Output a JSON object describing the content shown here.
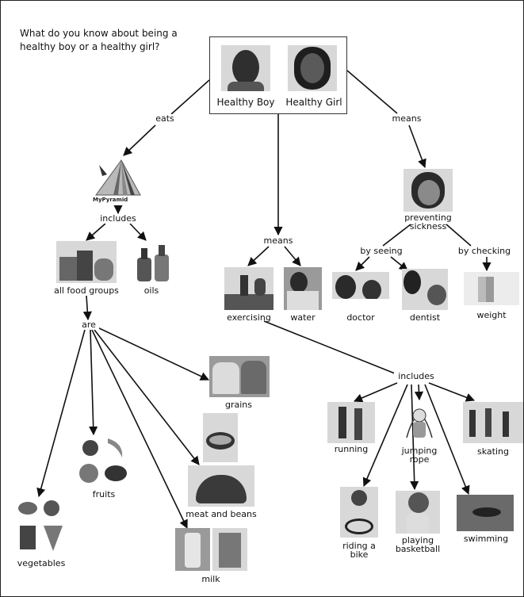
{
  "title": "What do you know about being a healthy boy or a healthy girl?",
  "center": {
    "boy_label": "Healthy Boy",
    "girl_label": "Healthy Girl"
  },
  "links": {
    "eats": "eats",
    "means_right": "means",
    "means_middle": "means",
    "includes_pyramid": "includes",
    "are": "are",
    "by_seeing": "by seeing",
    "by_checking": "by checking",
    "includes_exercise": "includes"
  },
  "pyramid": {
    "brand": "MyPyramid"
  },
  "nodes": {
    "all_food_groups": "all food groups",
    "oils": "oils",
    "grains": "grains",
    "fruits": "fruits",
    "meat_and_beans": "meat and beans",
    "vegetables": "vegetables",
    "milk": "milk",
    "exercising": "exercising",
    "water": "water",
    "preventing_sickness": "preventing sickness",
    "doctor": "doctor",
    "dentist": "dentist",
    "weight": "weight",
    "running": "running",
    "jumping_rope": "jumping rope",
    "skating": "skating",
    "riding_a_bike": "riding a bike",
    "playing_basketball": "playing basketball",
    "swimming": "swimming"
  }
}
